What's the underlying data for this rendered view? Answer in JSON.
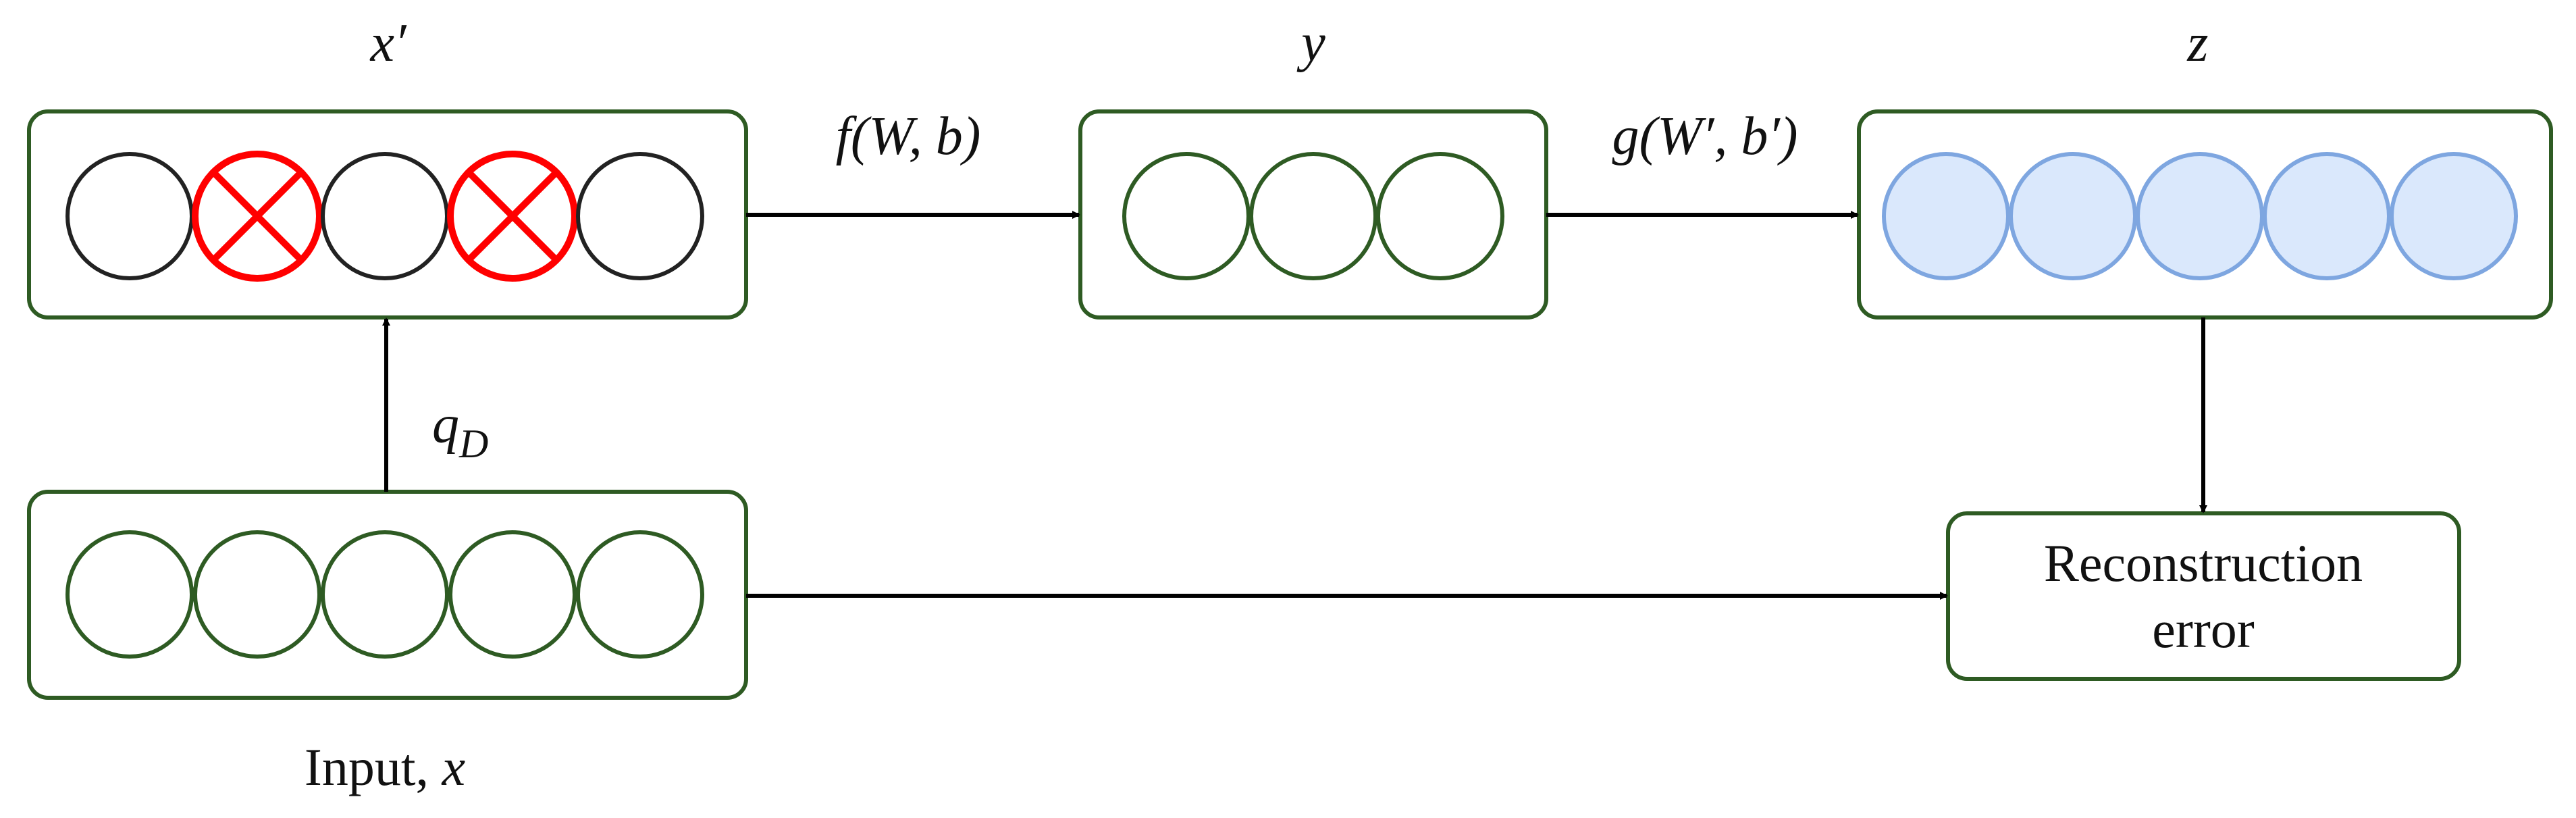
{
  "diagram": {
    "stages": {
      "corrupted": {
        "label": "x′",
        "nodes": [
          "normal",
          "dropped",
          "normal",
          "dropped",
          "normal"
        ]
      },
      "hidden": {
        "label": "y",
        "nodes": [
          "normal",
          "normal",
          "normal"
        ]
      },
      "output": {
        "label": "z",
        "nodes": [
          "normal",
          "normal",
          "normal",
          "normal",
          "normal"
        ]
      },
      "input": {
        "label_prefix": "Input, ",
        "label_var": "x",
        "nodes": [
          "normal",
          "normal",
          "normal",
          "normal",
          "normal"
        ]
      },
      "error": {
        "line1": "Reconstruction",
        "line2": "error"
      }
    },
    "edges": {
      "encoder": "f(W, b)",
      "decoder": "g(W′, b′)",
      "noise": {
        "symbol": "q",
        "subscript": "D"
      }
    },
    "colors": {
      "box_border": "#2e5b23",
      "corrupted_node": "#ff0000",
      "output_fill": "#dae8fc",
      "output_border": "#7ea6e0"
    }
  }
}
